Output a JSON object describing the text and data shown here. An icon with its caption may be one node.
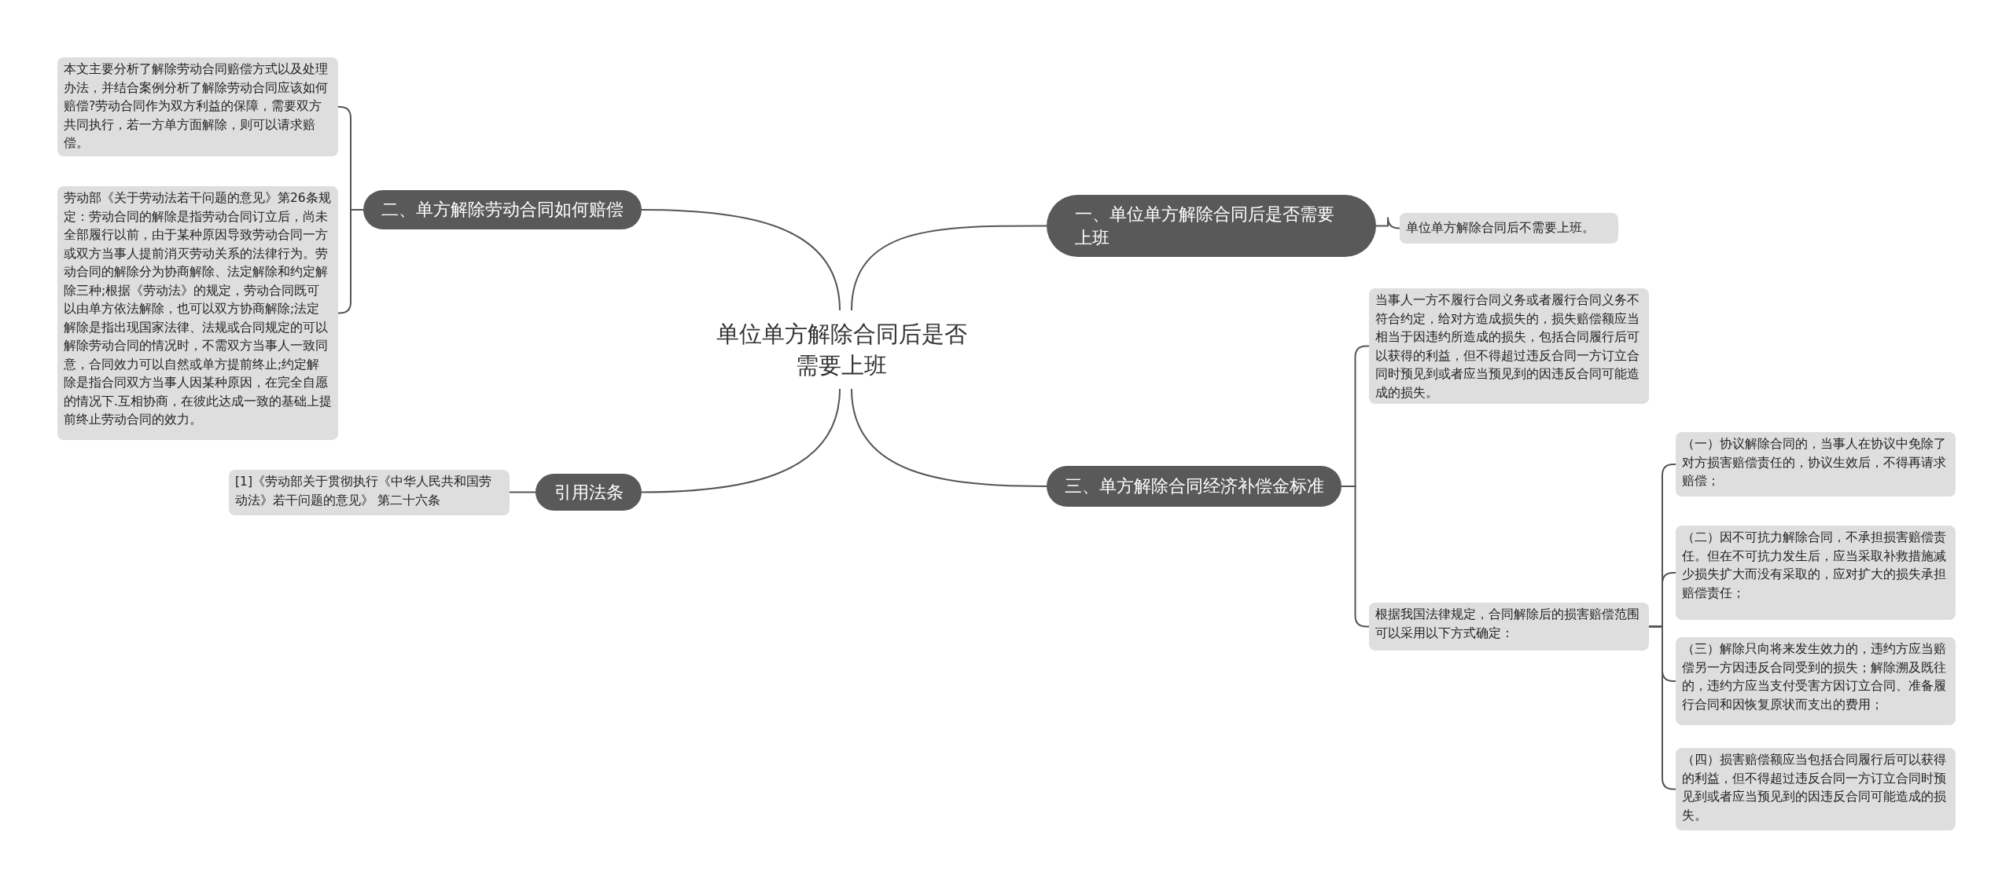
{
  "diagram": {
    "nodes": [
      {
        "text": [
          "单位单方解除合同后是否需要上班"
        ]
      },
      {
        "text": [
          "一、单位单方解除合同后是否需要上班"
        ]
      },
      {
        "text": [
          "单位单方解除合同后不需要上班。"
        ]
      },
      {
        "text": [
          "三、单方解除合同经济补偿金标准"
        ]
      },
      {
        "text": [
          "当事人一方不履行合同义务或者履行合同义务不符合约定，给对方造成损失的，损失赔偿额应当相当于因违约所造成的损失，包括合同履行后可以获得的利益，但不得超过违反合同一方订立合同时预见到或者应当预见到的因违反合同可能造成的损失。"
        ]
      },
      {
        "text": [
          "根据我国法律规定，合同解除后的损害赔偿范围可以采用以下方式确定："
        ]
      },
      {
        "text": [
          "（一）协议解除合同的，当事人在协议中免除了对方损害赔偿责任的，协议生效后，不得再请求赔偿；"
        ]
      },
      {
        "text": [
          "（二）因不可抗力解除合同，不承担损害赔偿责任。但在不可抗力发生后，应当采取补救措施减少损失扩大而没有采取的，应对扩大的损失承担赔偿责任；"
        ]
      },
      {
        "text": [
          "（三）解除只向将来发生效力的，违约方应当赔偿另一方因违反合同受到的损失；解除溯及既往的，违约方应当支付受害方因订立合同、准备履行合同和因恢复原状而支出的费用；"
        ]
      },
      {
        "text": [
          "（四）损害赔偿额应当包括合同履行后可以获得的利益，但不得超过违反合同一方订立合同时预见到或者应当预见到的因违反合同可能造成的损失。"
        ]
      },
      {
        "text": [
          "二、单方解除劳动合同如何赔偿"
        ]
      },
      {
        "text": [
          "本文主要分析了解除劳动合同赔偿方式以及处理办法，并结合案例分析了解除劳动合同应该如何赔偿?劳动合同作为双方利益的保障，需要双方共同执行，若一方单方面解除，则可以请求赔偿。"
        ]
      },
      {
        "text": [
          "劳动部《关于劳动法若干问题的意见》第26条规定：劳动合同的解除是指劳动合同订立后，尚未全部履行以前，由于某种原因导致劳动合同一方或双方当事人提前消灭劳动关系的法律行为。劳动合同的解除分为协商解除、法定解除和约定解除三种;根据《劳动法》的规定，劳动合同既可以由单方依法解除，也可以双方协商解除;法定解除是指出现国家法律、法规或合同规定的可以解除劳动合同的情况时，不需双方当事人一致同意，合同效力可以自然或单方提前终止;约定解除是指合同双方当事人因某种原因，在完全自愿的情况下.互相协商，在彼此达成一致的基础上提前终止劳动合同的效力。"
        ]
      },
      {
        "text": [
          "引用法条"
        ]
      },
      {
        "text": [
          "[1]《劳动部关于贯彻执行《中华人民共和国劳动法》若干问题的意见》 第二十六条"
        ]
      }
    ],
    "edges": [
      {
        "from": 0,
        "to": 1,
        "arrow": "none"
      },
      {
        "from": 1,
        "to": 2,
        "arrow": "none"
      },
      {
        "from": 0,
        "to": 3,
        "arrow": "none"
      },
      {
        "from": 3,
        "to": 4,
        "arrow": "none"
      },
      {
        "from": 3,
        "to": 5,
        "arrow": "none"
      },
      {
        "from": 5,
        "to": 6,
        "arrow": "none"
      },
      {
        "from": 5,
        "to": 7,
        "arrow": "none"
      },
      {
        "from": 5,
        "to": 8,
        "arrow": "none"
      },
      {
        "from": 5,
        "to": 9,
        "arrow": "none"
      },
      {
        "from": 0,
        "to": 10,
        "arrow": "none"
      },
      {
        "from": 10,
        "to": 11,
        "arrow": "none"
      },
      {
        "from": 10,
        "to": 12,
        "arrow": "none"
      },
      {
        "from": 0,
        "to": 13,
        "arrow": "none"
      },
      {
        "from": 13,
        "to": 14,
        "arrow": "none"
      }
    ]
  }
}
